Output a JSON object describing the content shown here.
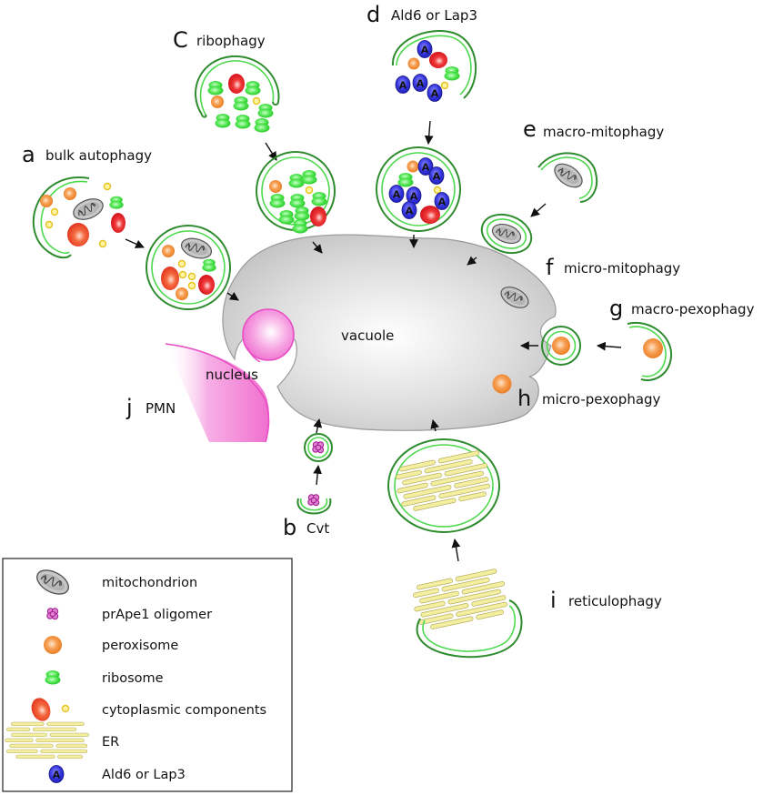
{
  "figure": {
    "pathways": {
      "a": {
        "letter": "a",
        "name": "bulk autophagy"
      },
      "b": {
        "letter": "b",
        "name": "Cvt"
      },
      "c": {
        "letter": "C",
        "name": "ribophagy"
      },
      "d": {
        "letter": "d",
        "name": "Ald6 or Lap3"
      },
      "e": {
        "letter": "e",
        "name": "macro-mitophagy"
      },
      "f": {
        "letter": "f",
        "name": "micro-mitophagy"
      },
      "g": {
        "letter": "g",
        "name": "macro-pexophagy"
      },
      "h": {
        "letter": "h",
        "name": "micro-pexophagy"
      },
      "i": {
        "letter": "i",
        "name": "reticulophagy"
      },
      "j": {
        "letter": "j",
        "name": "PMN"
      }
    },
    "organelles": {
      "vacuole": "vacuole",
      "nucleus": "nucleus"
    },
    "protein_glyph": "A",
    "colors": {
      "membrane_outer": "#2e8b2e",
      "membrane_inner": "#4ed84e",
      "vacuole": "#cfcfcf",
      "nucleus": "#f07ad0",
      "peroxisome": "#f28a2e",
      "ribosome": "#3ee03e",
      "cytoplasmic_large": "#e8301c",
      "cytoplasmic_small": "#f5d630",
      "ald6_lap3": "#2a2ad8",
      "prape1": "#c040b0",
      "er": "#f4eea0"
    }
  },
  "legend": {
    "items": [
      {
        "icon": "mitochondrion-icon",
        "label": "mitochondrion"
      },
      {
        "icon": "prape1-oligomer-icon",
        "label": "prApe1 oligomer"
      },
      {
        "icon": "peroxisome-icon",
        "label": "peroxisome"
      },
      {
        "icon": "ribosome-icon",
        "label": "ribosome"
      },
      {
        "icon": "cytoplasmic-components-icon",
        "label": "cytoplasmic components"
      },
      {
        "icon": "er-icon",
        "label": "ER"
      },
      {
        "icon": "ald6-lap3-icon",
        "label": "Ald6 or Lap3"
      }
    ]
  }
}
